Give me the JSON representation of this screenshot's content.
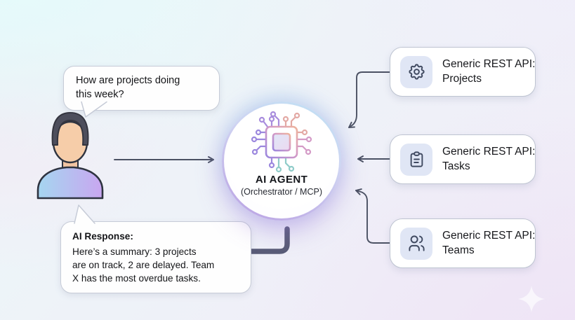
{
  "question_bubble": {
    "line1": "How are projects doing",
    "line2": "this week?"
  },
  "agent": {
    "icon": "chip-icon",
    "title": "AI AGENT",
    "subtitle": "(Orchestrator / MCP)"
  },
  "response_bubble": {
    "title": "AI Response:",
    "line1": "Here’s a summary: 3 projects",
    "line2": "are on track, 2 are delayed. Team",
    "line3": "X has the most overdue tasks."
  },
  "apis": [
    {
      "icon": "gear-icon",
      "line1": "Generic REST API:",
      "line2": "Projects"
    },
    {
      "icon": "clipboard-icon",
      "line1": "Generic REST API:",
      "line2": "Tasks"
    },
    {
      "icon": "users-icon",
      "line1": "Generic REST API:",
      "line2": "Teams"
    }
  ],
  "icons": {
    "user": "person-avatar",
    "agent": "chip-icon",
    "decor": "sparkle-icon"
  },
  "colors": {
    "arrow": "#4b5163",
    "thick_arrow": "#595c77",
    "box_border": "#bec4d1",
    "bubble_border": "#c6cbd7",
    "icon_tile_bg": "#e0e6f5",
    "icon_stroke": "#3f4960",
    "glow_blue": "#bfe2f4",
    "glow_purple": "#b99fe2"
  }
}
